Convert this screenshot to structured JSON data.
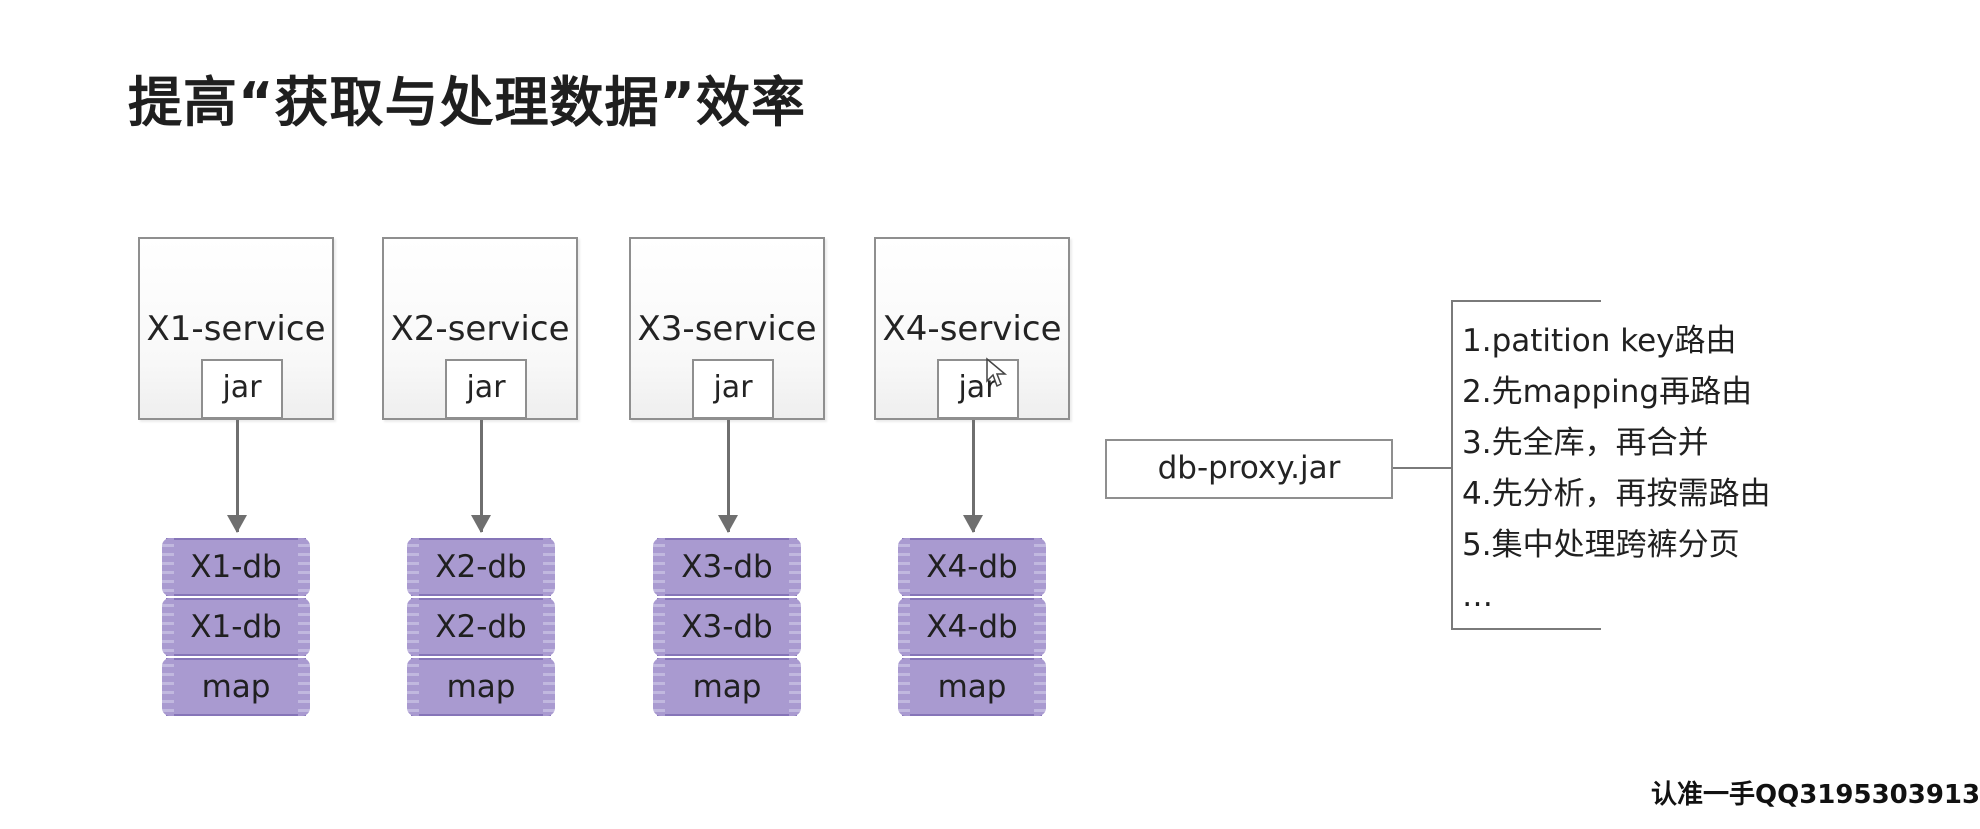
{
  "title": "提高“获取与处理数据”效率",
  "services": [
    {
      "name": "X1-service",
      "jar": "jar",
      "dbs": [
        "X1-db",
        "X1-db",
        "map"
      ]
    },
    {
      "name": "X2-service",
      "jar": "jar",
      "dbs": [
        "X2-db",
        "X2-db",
        "map"
      ]
    },
    {
      "name": "X3-service",
      "jar": "jar",
      "dbs": [
        "X3-db",
        "X3-db",
        "map"
      ]
    },
    {
      "name": "X4-service",
      "jar": "jar",
      "dbs": [
        "X4-db",
        "X4-db",
        "map"
      ]
    }
  ],
  "proxy": {
    "label": "db-proxy.jar"
  },
  "notes": [
    "1.patition key路由",
    "2.先mapping再路由",
    "3.先全库，再合并",
    "4.先分析，再按需路由",
    "5.集中处理跨裤分页",
    "…"
  ],
  "watermark": {
    "text": "认准一手QQ3195303913"
  },
  "colors": {
    "db_fill": "#a99ad0",
    "db_border": "#8675b8",
    "box_border": "#8f8f8f",
    "arrow": "#6f6f6f"
  },
  "icons": {
    "cursor": "cursor-icon"
  }
}
